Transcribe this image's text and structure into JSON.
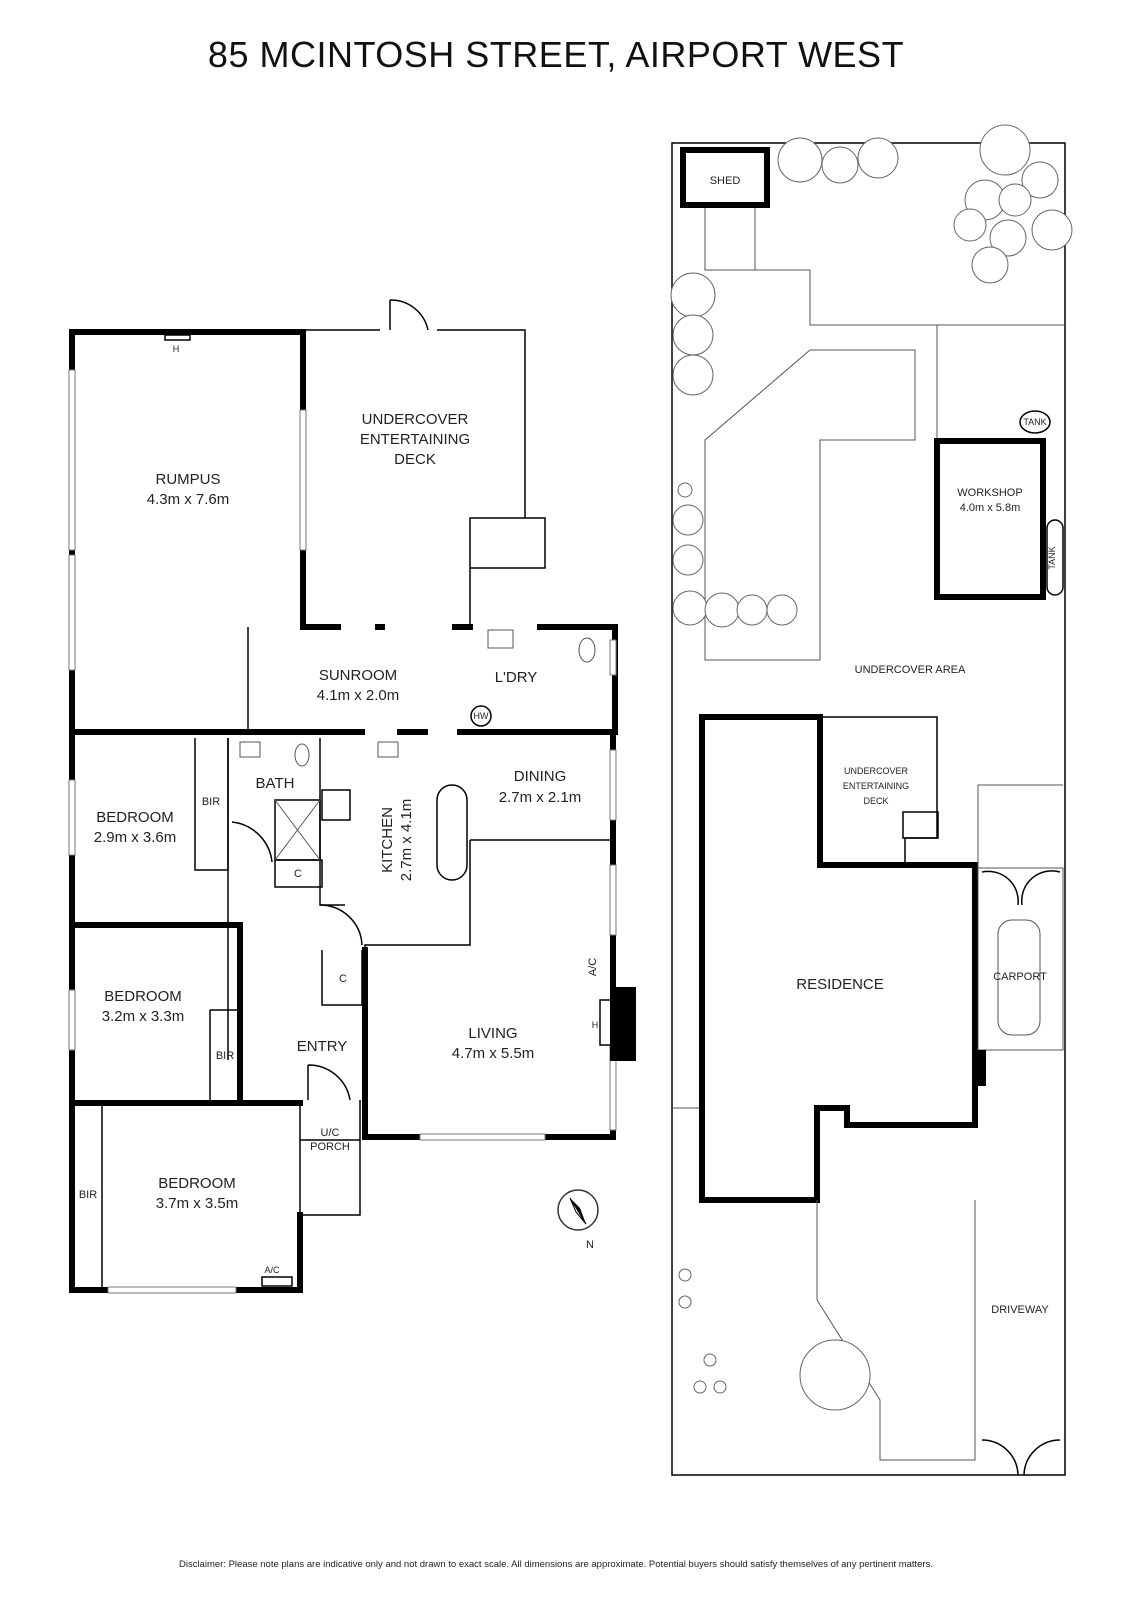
{
  "title": "85 MCINTOSH STREET, AIRPORT WEST",
  "disclaimer": "Disclaimer: Please note plans are indicative only and not drawn to exact scale. All dimensions are approximate. Potential buyers should satisfy themselves of any pertinent matters.",
  "floor_plan": {
    "rumpus": {
      "name": "RUMPUS",
      "size": "4.3m x 7.6m"
    },
    "deck": {
      "line1": "UNDERCOVER",
      "line2": "ENTERTAINING",
      "line3": "DECK"
    },
    "sunroom": {
      "name": "SUNROOM",
      "size": "4.1m x 2.0m"
    },
    "laundry": {
      "name": "L'DRY"
    },
    "hw": "HW",
    "heater_h": "H",
    "bath": {
      "name": "BATH"
    },
    "kitchen": {
      "name": "KITCHEN",
      "size": "2.7m x 4.1m"
    },
    "dining": {
      "name": "DINING",
      "size": "2.7m x 2.1m"
    },
    "bedroom1": {
      "name": "BEDROOM",
      "size": "2.9m x 3.6m"
    },
    "bedroom2": {
      "name": "BEDROOM",
      "size": "3.2m x 3.3m"
    },
    "bedroom3": {
      "name": "BEDROOM",
      "size": "3.7m x 3.5m"
    },
    "bir": "BIR",
    "cupboard": "C",
    "entry": {
      "name": "ENTRY"
    },
    "living": {
      "name": "LIVING",
      "size": "4.7m x 5.5m"
    },
    "ac": "A/C",
    "porch": {
      "line1": "U/C",
      "line2": "PORCH"
    },
    "north": "N"
  },
  "site_plan": {
    "shed": "SHED",
    "tank": "TANK",
    "workshop": {
      "name": "WORKSHOP",
      "size": "4.0m x 5.8m"
    },
    "undercover_area": "UNDERCOVER AREA",
    "deck": {
      "line1": "UNDERCOVER",
      "line2": "ENTERTAINING",
      "line3": "DECK"
    },
    "residence": "RESIDENCE",
    "carport": "CARPORT",
    "driveway": "DRIVEWAY"
  }
}
